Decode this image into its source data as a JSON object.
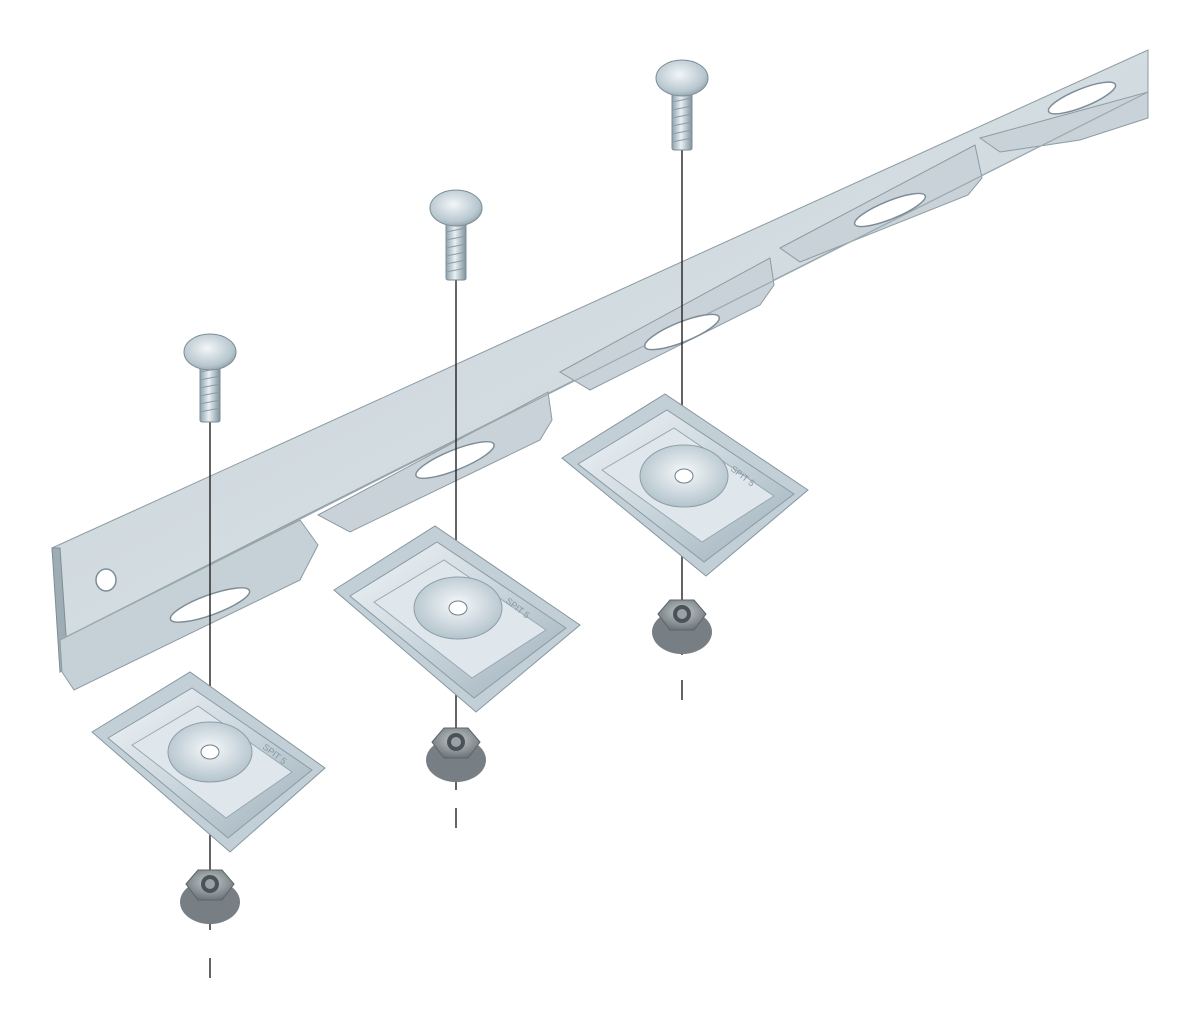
{
  "figure": {
    "kind": "exploded-assembly",
    "background": "#ffffff",
    "colors": {
      "rail_top": "#c9d3d9",
      "rail_face": "#b3c0c8",
      "rail_edge": "#7f8e97",
      "steel_light": "#e6edf1",
      "steel_mid": "#b9c7cf",
      "steel_dark": "#7d8d96",
      "washer": "#d8e2e8",
      "nut": "#8e969b",
      "line": "#222222"
    }
  },
  "assemblies": [
    {
      "id": "left",
      "plate_stamp": "SPIT 5"
    },
    {
      "id": "middle",
      "plate_stamp": "SPIT 5"
    },
    {
      "id": "right",
      "plate_stamp": "SPIT 5"
    }
  ]
}
